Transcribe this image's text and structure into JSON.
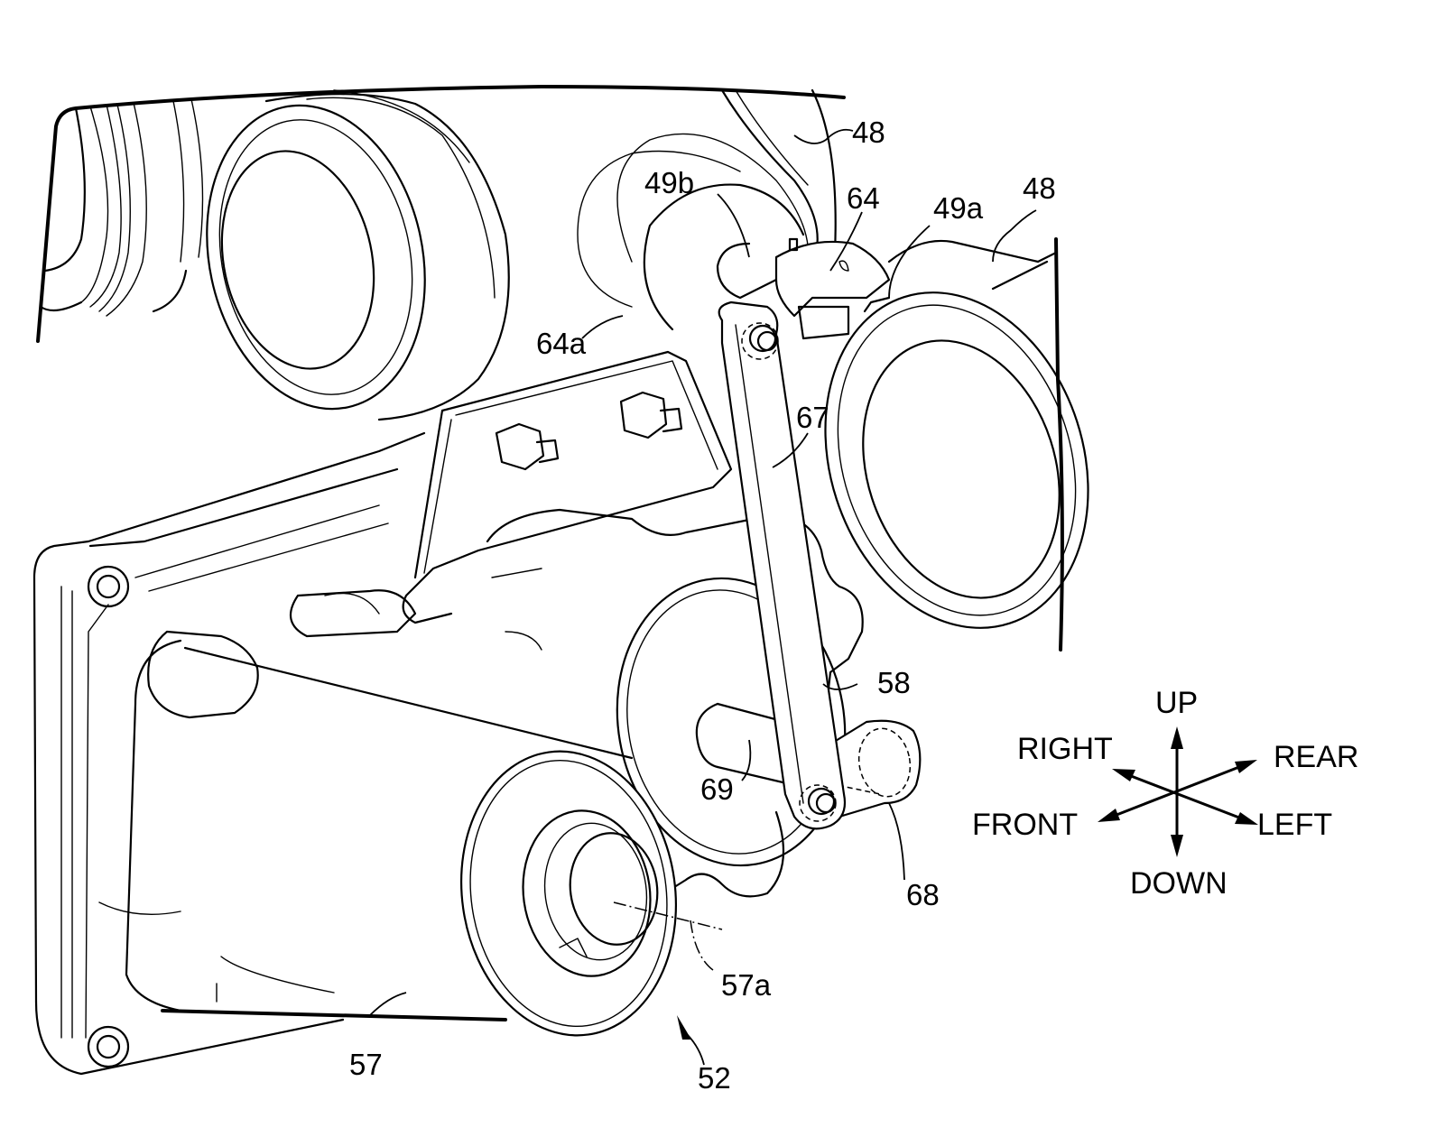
{
  "figure": {
    "type": "patent perspective line drawing",
    "subject": "actuator assembly with motor, output shaft, crank arm and link rod"
  },
  "reference_labels": {
    "l48_top": "48",
    "l48_right": "48",
    "l49b": "49b",
    "l64": "64",
    "l49a": "49a",
    "l64a": "64a",
    "l67": "67",
    "l58": "58",
    "l69": "69",
    "l68": "68",
    "l57": "57",
    "l57a": "57a",
    "l52": "52"
  },
  "direction_indicator": {
    "up": "UP",
    "down": "DOWN",
    "right": "RIGHT",
    "left": "LEFT",
    "front": "FRONT",
    "rear": "REAR"
  }
}
